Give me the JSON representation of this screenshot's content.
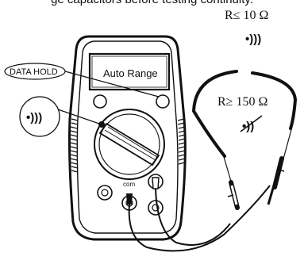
{
  "caption": "ge capacitors before testing continuity.",
  "display_text": "Auto Range",
  "callout_data_hold": "DATA HOLD",
  "buzzer_symbol": "•)))",
  "muted_buzzer_symbol": "•))",
  "label_low_resistance": "R≤ 10 Ω",
  "label_high_resistance": "R≥ 150 Ω",
  "com_label": "com",
  "colors": {
    "line": "#111111",
    "background": "#ffffff"
  }
}
